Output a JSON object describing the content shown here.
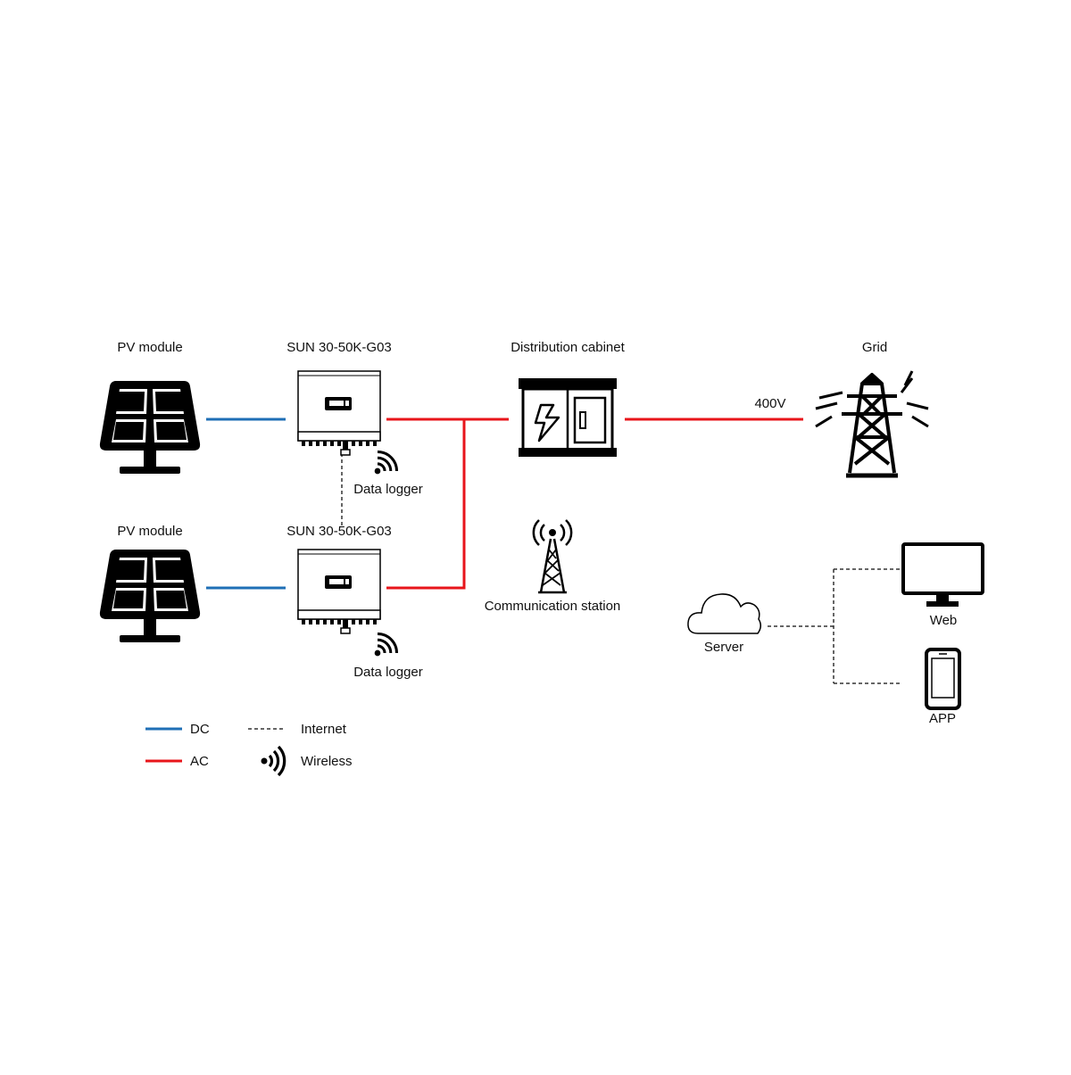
{
  "colors": {
    "dc": "#1f6fb6",
    "ac": "#e8151b",
    "internet": "#333333",
    "ink": "#000000"
  },
  "pv_top": {
    "label": "PV module",
    "icon": "solar-panel-icon"
  },
  "inv_top": {
    "label": "SUN 30-50K-G03",
    "icon": "inverter-icon"
  },
  "logger_top": {
    "label": "Data logger",
    "icon": "wireless-icon"
  },
  "pv_bottom": {
    "label": "PV module",
    "icon": "solar-panel-icon"
  },
  "inv_bottom": {
    "label": "SUN 30-50K-G03",
    "icon": "inverter-icon"
  },
  "logger_bottom": {
    "label": "Data logger",
    "icon": "wireless-icon"
  },
  "cabinet": {
    "label": "Distribution cabinet",
    "icon": "distribution-cabinet-icon"
  },
  "grid": {
    "label": "Grid",
    "voltage": "400V",
    "icon": "transmission-tower-icon"
  },
  "comm": {
    "label": "Communication station",
    "icon": "radio-tower-icon"
  },
  "server": {
    "label": "Server",
    "icon": "cloud-icon"
  },
  "web": {
    "label": "Web",
    "icon": "monitor-icon"
  },
  "app": {
    "label": "APP",
    "icon": "smartphone-icon"
  },
  "legend": {
    "dc": "DC",
    "ac": "AC",
    "internet": "Internet",
    "wireless": "Wireless"
  }
}
